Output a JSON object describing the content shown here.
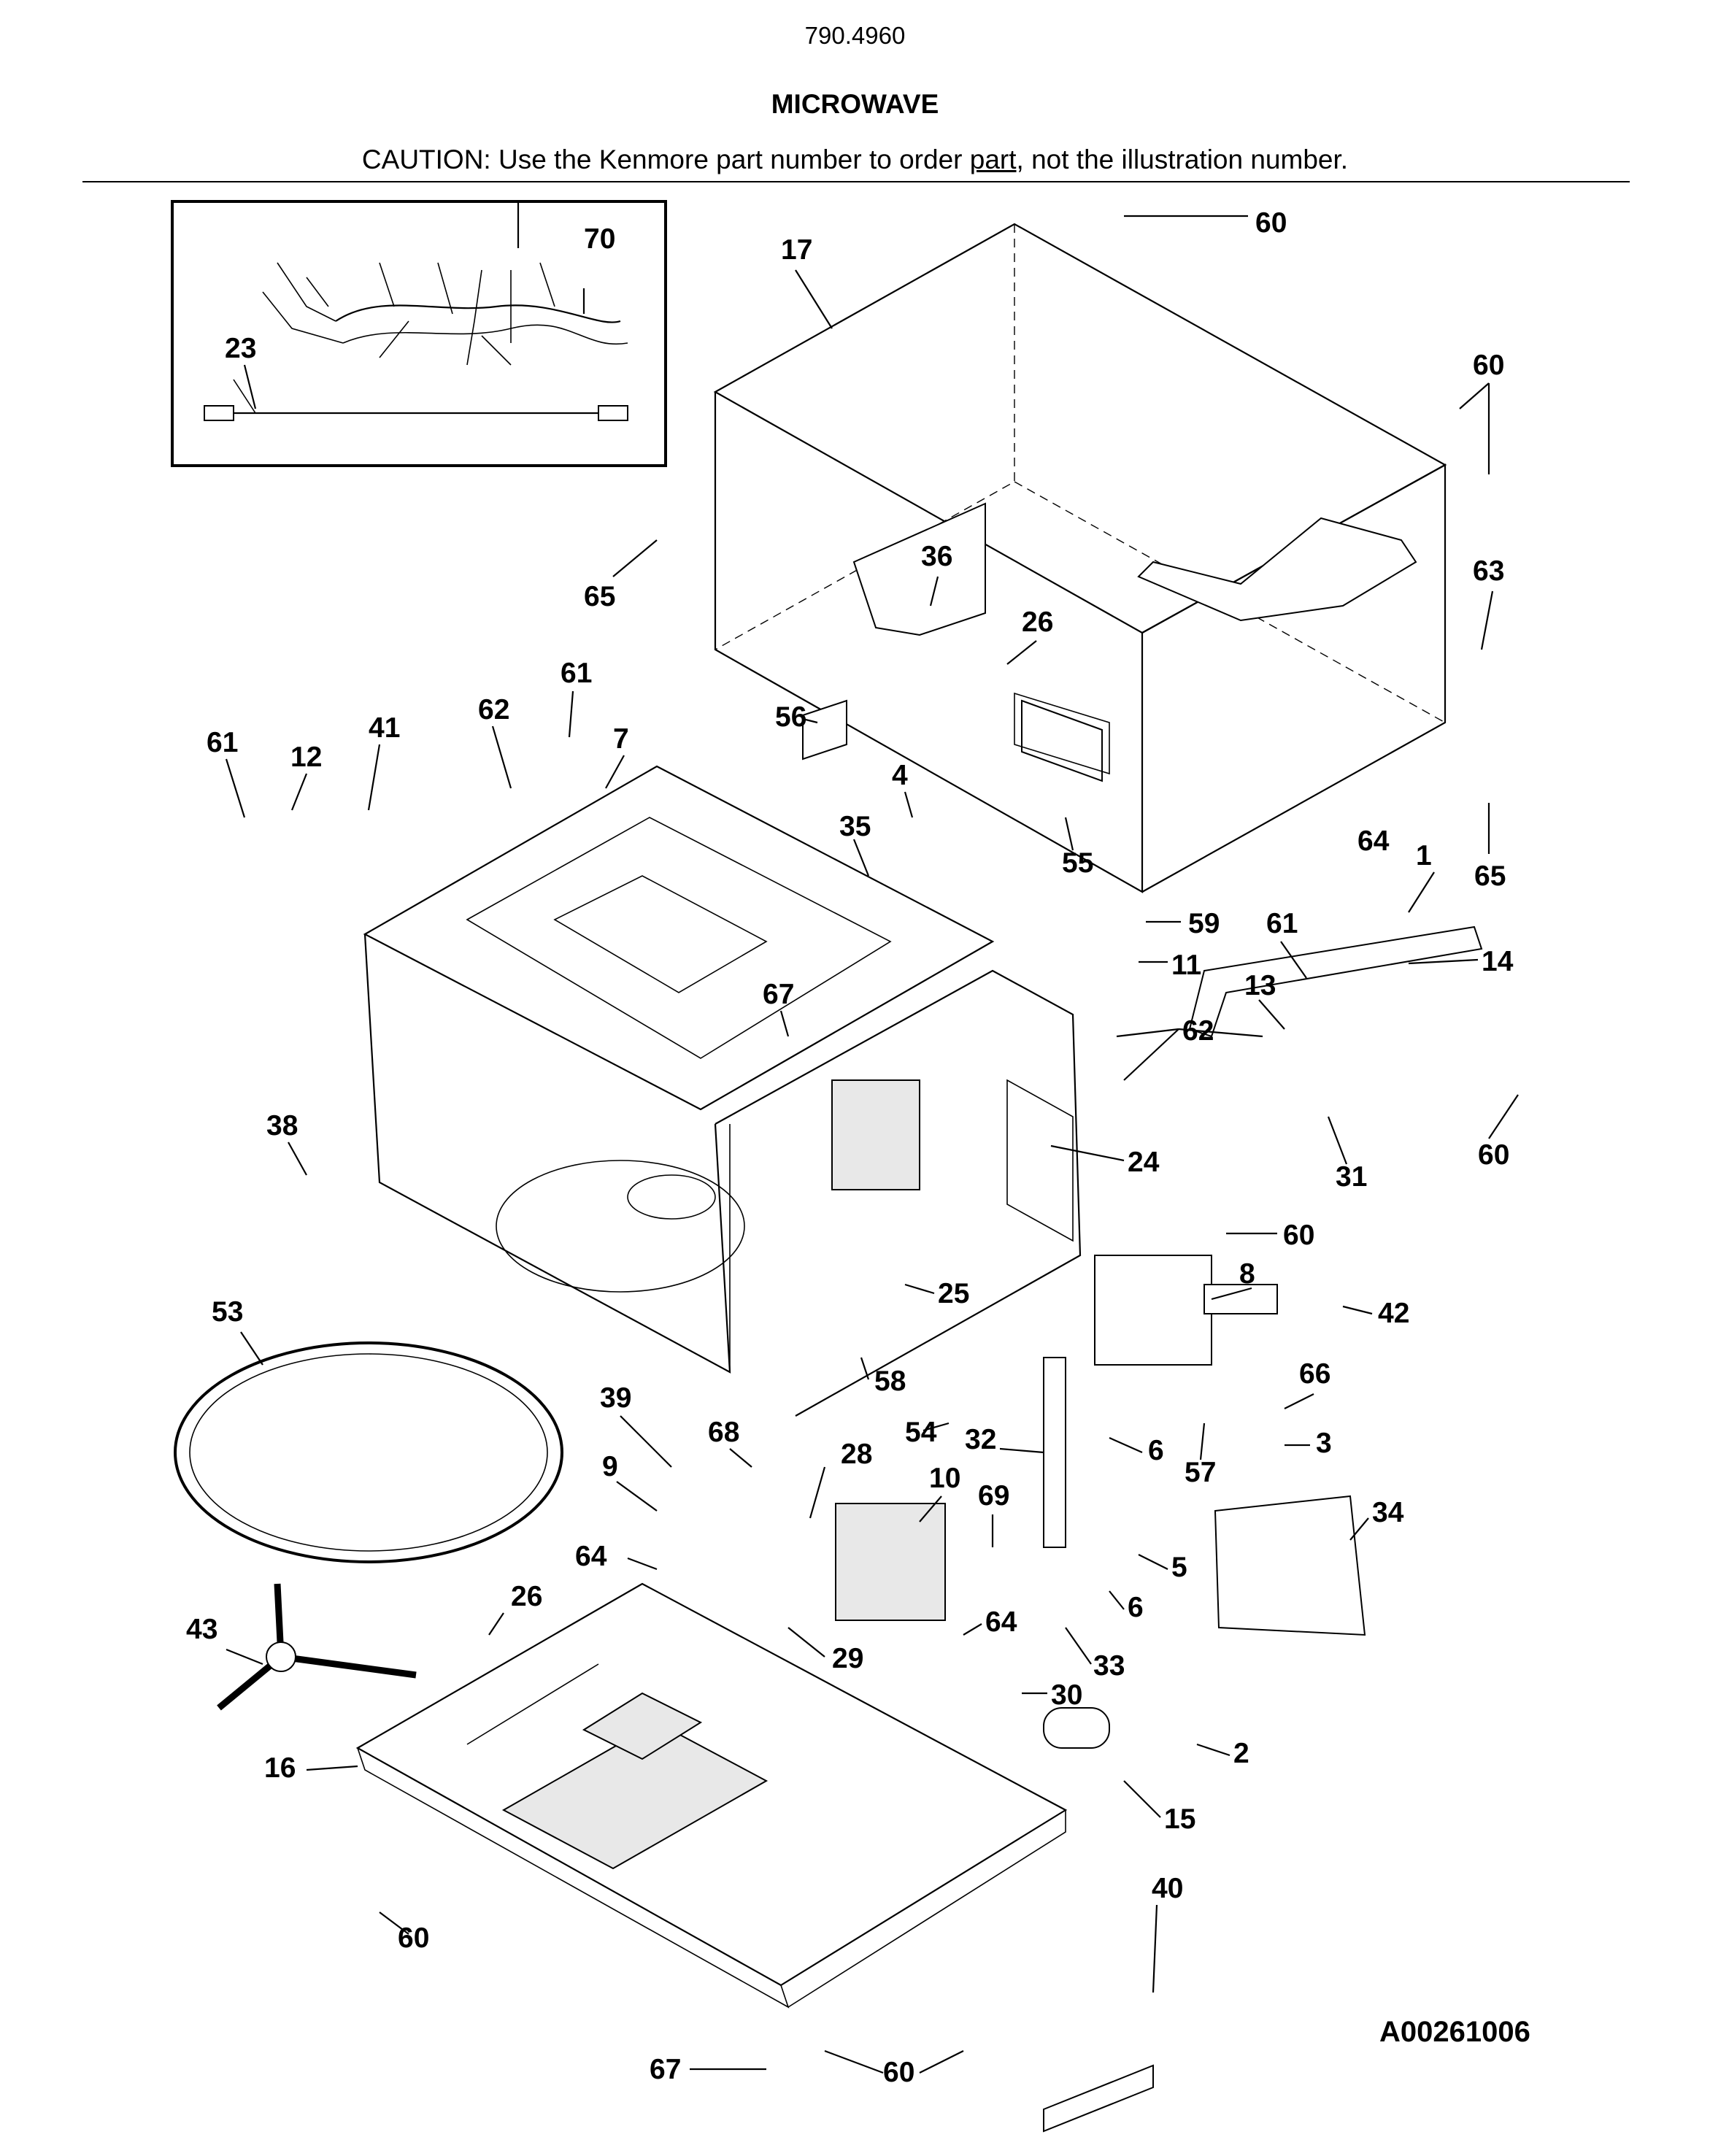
{
  "header": {
    "model_number": "790.4960",
    "title": "MICROWAVE",
    "caution_prefix": "CAUTION: Use the Kenmore part number to order ",
    "caution_underlined": "part",
    "caution_suffix": ", not the illustration number."
  },
  "diagram_code": "A00261006",
  "callouts": [
    {
      "id": "c70",
      "label": "70"
    },
    {
      "id": "c23",
      "label": "23"
    },
    {
      "id": "c17",
      "label": "17"
    },
    {
      "id": "c60a",
      "label": "60"
    },
    {
      "id": "c60b",
      "label": "60"
    },
    {
      "id": "c65a",
      "label": "65"
    },
    {
      "id": "c36",
      "label": "36"
    },
    {
      "id": "c63",
      "label": "63"
    },
    {
      "id": "c26a",
      "label": "26"
    },
    {
      "id": "c61a",
      "label": "61"
    },
    {
      "id": "c62a",
      "label": "62"
    },
    {
      "id": "c41",
      "label": "41"
    },
    {
      "id": "c61b",
      "label": "61"
    },
    {
      "id": "c12",
      "label": "12"
    },
    {
      "id": "c7",
      "label": "7"
    },
    {
      "id": "c56",
      "label": "56"
    },
    {
      "id": "c4",
      "label": "4"
    },
    {
      "id": "c35",
      "label": "35"
    },
    {
      "id": "c55",
      "label": "55"
    },
    {
      "id": "c64a",
      "label": "64"
    },
    {
      "id": "c1",
      "label": "1"
    },
    {
      "id": "c65b",
      "label": "65"
    },
    {
      "id": "c59",
      "label": "59"
    },
    {
      "id": "c11",
      "label": "11"
    },
    {
      "id": "c61c",
      "label": "61"
    },
    {
      "id": "c14",
      "label": "14"
    },
    {
      "id": "c13",
      "label": "13"
    },
    {
      "id": "c67a",
      "label": "67"
    },
    {
      "id": "c62b",
      "label": "62"
    },
    {
      "id": "c38",
      "label": "38"
    },
    {
      "id": "c24",
      "label": "24"
    },
    {
      "id": "c31",
      "label": "31"
    },
    {
      "id": "c60c",
      "label": "60"
    },
    {
      "id": "c60d",
      "label": "60"
    },
    {
      "id": "c8",
      "label": "8"
    },
    {
      "id": "c25",
      "label": "25"
    },
    {
      "id": "c53",
      "label": "53"
    },
    {
      "id": "c42",
      "label": "42"
    },
    {
      "id": "c58",
      "label": "58"
    },
    {
      "id": "c66",
      "label": "66"
    },
    {
      "id": "c39",
      "label": "39"
    },
    {
      "id": "c54",
      "label": "54"
    },
    {
      "id": "c68",
      "label": "68"
    },
    {
      "id": "c32",
      "label": "32"
    },
    {
      "id": "c6a",
      "label": "6"
    },
    {
      "id": "c28",
      "label": "28"
    },
    {
      "id": "c57",
      "label": "57"
    },
    {
      "id": "c3",
      "label": "3"
    },
    {
      "id": "c9",
      "label": "9"
    },
    {
      "id": "c10",
      "label": "10"
    },
    {
      "id": "c69",
      "label": "69"
    },
    {
      "id": "c34",
      "label": "34"
    },
    {
      "id": "c5",
      "label": "5"
    },
    {
      "id": "c64b",
      "label": "64"
    },
    {
      "id": "c26b",
      "label": "26"
    },
    {
      "id": "c6b",
      "label": "6"
    },
    {
      "id": "c43",
      "label": "43"
    },
    {
      "id": "c64c",
      "label": "64"
    },
    {
      "id": "c29",
      "label": "29"
    },
    {
      "id": "c33",
      "label": "33"
    },
    {
      "id": "c30",
      "label": "30"
    },
    {
      "id": "c2",
      "label": "2"
    },
    {
      "id": "c16",
      "label": "16"
    },
    {
      "id": "c15",
      "label": "15"
    },
    {
      "id": "c40",
      "label": "40"
    },
    {
      "id": "c60e",
      "label": "60"
    },
    {
      "id": "c67b",
      "label": "67"
    },
    {
      "id": "c60f",
      "label": "60"
    }
  ]
}
